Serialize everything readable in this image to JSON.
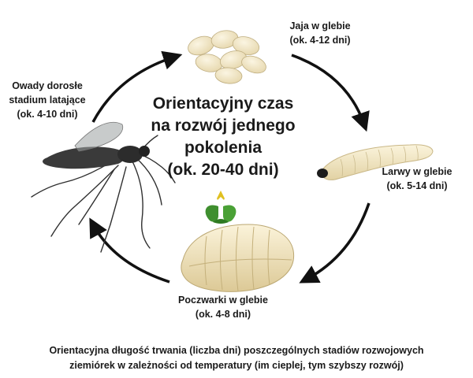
{
  "center": {
    "lines": [
      "Orientacyjny czas",
      "na rozwój jednego",
      "pokolenia",
      "(ok. 20-40 dni)"
    ]
  },
  "stages": {
    "eggs": {
      "lines": [
        "Jaja w glebie",
        "(ok. 4-12 dni)"
      ]
    },
    "larvae": {
      "lines": [
        "Larwy w glebie",
        "(ok. 5-14 dni)"
      ]
    },
    "pupae": {
      "lines": [
        "Poczwarki w glebie",
        "(ok. 4-8 dni)"
      ]
    },
    "adults": {
      "lines": [
        "Owady dorosłe",
        "stadium latające",
        "(ok. 4-10 dni)"
      ]
    }
  },
  "caption": {
    "lines": [
      "Orientacyjna długość trwania (liczba dni) poszczególnych stadiów rozwojowych",
      "ziemiórek w zależności od temperatury (im cieplej, tym szybszy rozwój)"
    ]
  },
  "colors": {
    "logo_green": "#3f8f2f",
    "logo_yellow": "#e0c020",
    "larva_body": "#f3e8c8",
    "insect_body": "#3a3a3a"
  }
}
